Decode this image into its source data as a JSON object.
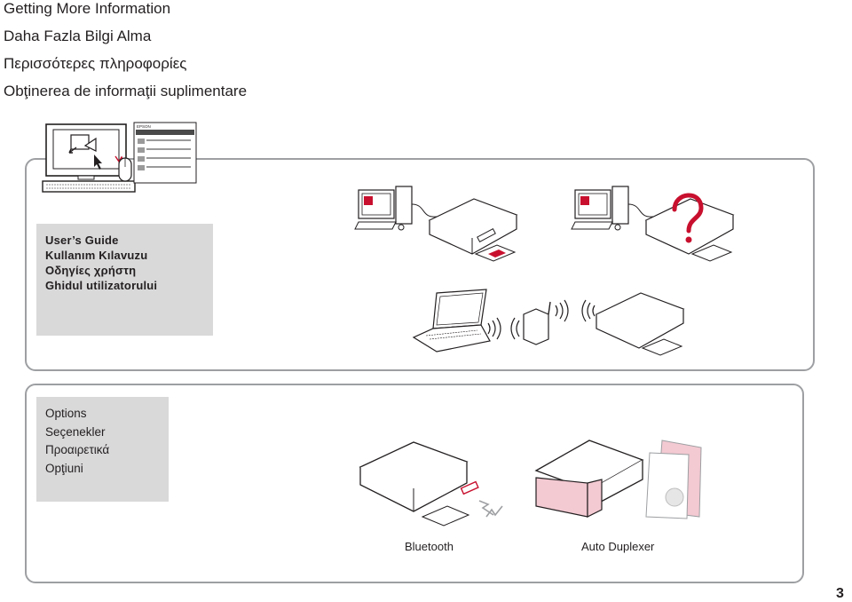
{
  "headings": [
    "Getting More Information",
    "Daha Fazla Bilgi Alma",
    "Περισσότερες πληροφορίες",
    "Obţinerea de informaţii suplimentare"
  ],
  "users_guide": [
    "User’s Guide",
    "Kullanım Kılavuzu",
    "Οδηγίες χρήστη",
    "Ghidul utilizatorului"
  ],
  "options": [
    "Options",
    "Seçenekler",
    "Προαιρετικά",
    "Opţiuni"
  ],
  "captions": {
    "bluetooth": "Bluetooth",
    "duplexer": "Auto Duplexer"
  },
  "manual_screen": {
    "brand": "EPSON"
  },
  "page_number": "3",
  "colors": {
    "accent_red": "#c8102e",
    "duplexer_pink": "#f3c9d2",
    "frame_gray": "#9d9fa2",
    "box_gray": "#d9d9da"
  },
  "icons": [
    "monitor-icon",
    "keyboard-icon",
    "mouse-icon",
    "double-click-icon",
    "question-mark-icon",
    "wireless-signal-icon",
    "access-point-icon",
    "laptop-icon",
    "printer-icon",
    "desktop-computer-icon",
    "bluetooth-adapter-icon",
    "duplexer-unit-icon",
    "two-sided-page-icon"
  ]
}
